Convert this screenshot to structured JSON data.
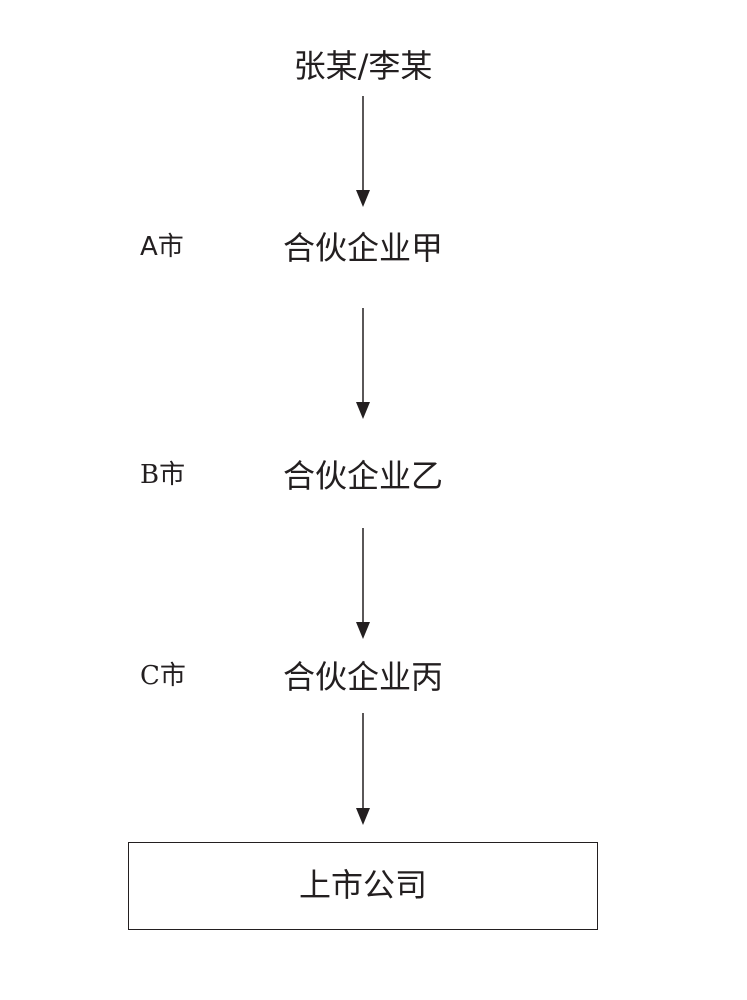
{
  "diagram": {
    "top": {
      "label": "张某/李某"
    },
    "entities": [
      {
        "city": "A市",
        "label": "合伙企业甲"
      },
      {
        "city": "B市",
        "label": "合伙企业乙"
      },
      {
        "city": "C市",
        "label": "合伙企业丙"
      }
    ],
    "target": {
      "label": "上市公司"
    }
  },
  "colors": {
    "line": "#231f20",
    "text": "#231f20",
    "background": "#ffffff"
  }
}
